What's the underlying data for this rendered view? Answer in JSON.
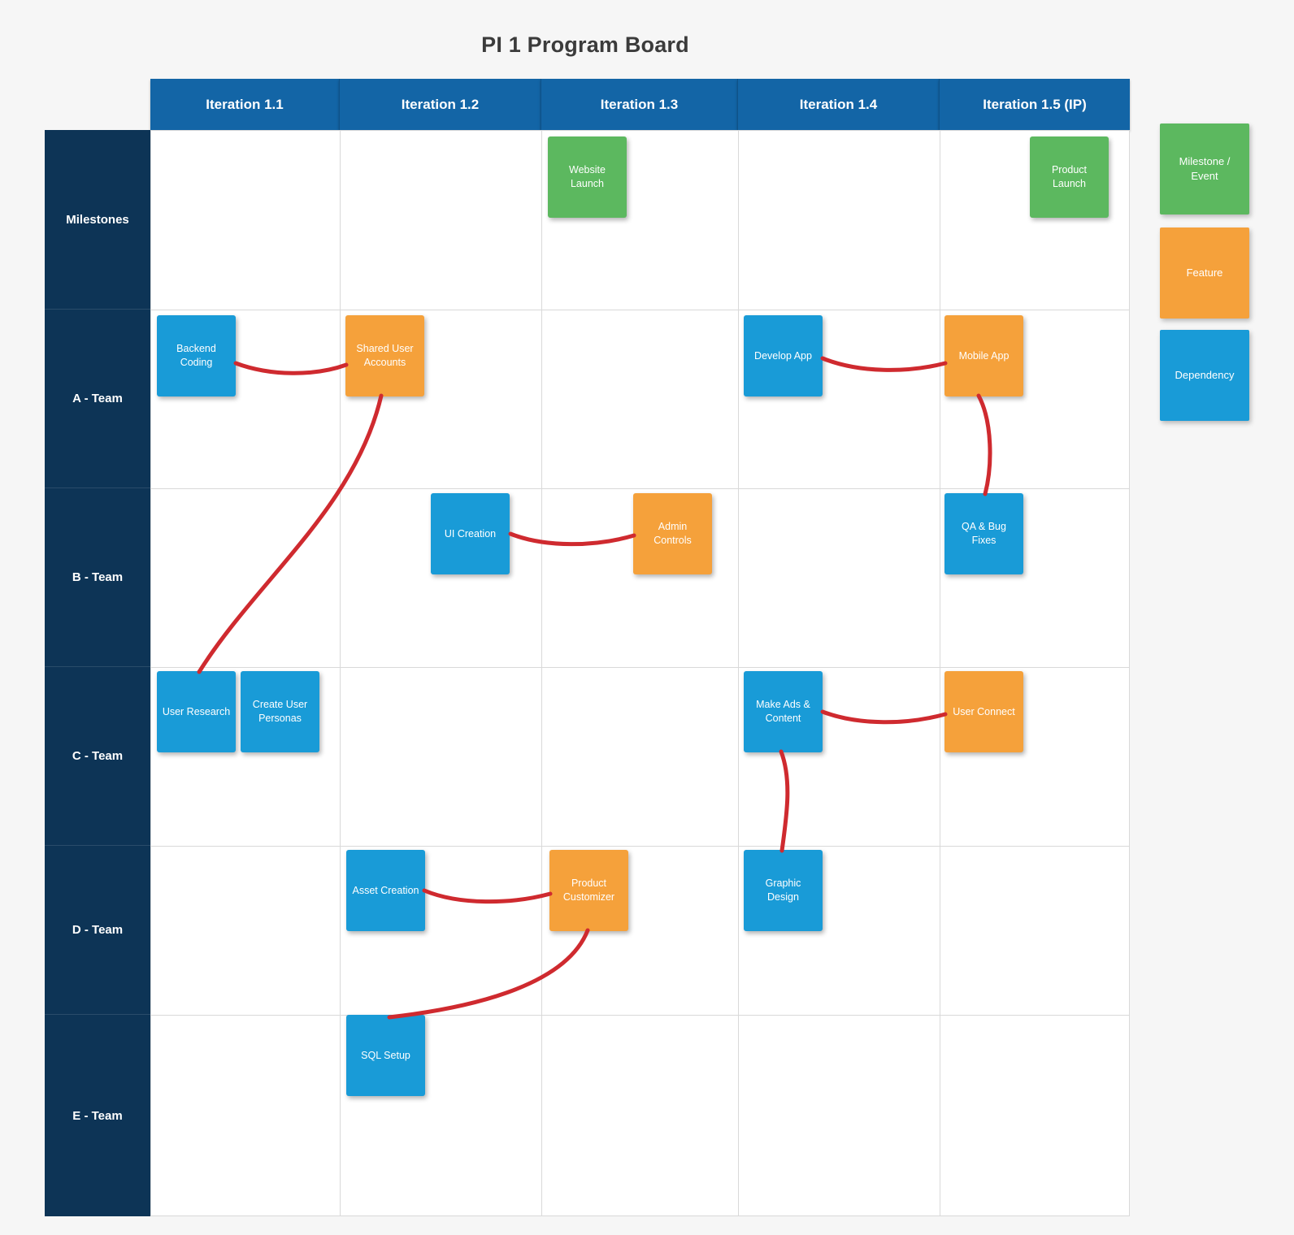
{
  "title": "PI 1 Program Board",
  "columns": [
    {
      "label": "Iteration 1.1"
    },
    {
      "label": "Iteration 1.2"
    },
    {
      "label": "Iteration 1.3"
    },
    {
      "label": "Iteration 1.4"
    },
    {
      "label": "Iteration 1.5 (IP)"
    }
  ],
  "rows": [
    {
      "label": "Milestones"
    },
    {
      "label": "A - Team"
    },
    {
      "label": "B - Team"
    },
    {
      "label": "C - Team"
    },
    {
      "label": "D - Team"
    },
    {
      "label": "E - Team"
    }
  ],
  "legend": [
    {
      "label": "Milestone / Event",
      "type": "milestone",
      "color": "#5cb85f"
    },
    {
      "label": "Feature",
      "type": "feature",
      "color": "#f5a13b"
    },
    {
      "label": "Dependency",
      "type": "dependency",
      "color": "#199bd7"
    }
  ],
  "cards": [
    {
      "label": "Website Launch",
      "type": "milestone",
      "row": "Milestones",
      "column": "Iteration 1.3"
    },
    {
      "label": "Product Launch",
      "type": "milestone",
      "row": "Milestones",
      "column": "Iteration 1.5 (IP)"
    },
    {
      "label": "Backend Coding",
      "type": "dependency",
      "row": "A - Team",
      "column": "Iteration 1.1"
    },
    {
      "label": "Shared User Accounts",
      "type": "feature",
      "row": "A - Team",
      "column": "Iteration 1.2"
    },
    {
      "label": "Develop App",
      "type": "dependency",
      "row": "A - Team",
      "column": "Iteration 1.4"
    },
    {
      "label": "Mobile App",
      "type": "feature",
      "row": "A - Team",
      "column": "Iteration 1.5 (IP)"
    },
    {
      "label": "UI Creation",
      "type": "dependency",
      "row": "B - Team",
      "column": "Iteration 1.2"
    },
    {
      "label": "Admin Controls",
      "type": "feature",
      "row": "B - Team",
      "column": "Iteration 1.3"
    },
    {
      "label": "QA & Bug Fixes",
      "type": "dependency",
      "row": "B - Team",
      "column": "Iteration 1.5 (IP)"
    },
    {
      "label": "User Research",
      "type": "dependency",
      "row": "C - Team",
      "column": "Iteration 1.1"
    },
    {
      "label": "Create User Personas",
      "type": "dependency",
      "row": "C - Team",
      "column": "Iteration 1.1"
    },
    {
      "label": "Make Ads & Content",
      "type": "dependency",
      "row": "C - Team",
      "column": "Iteration 1.4"
    },
    {
      "label": "User Connect",
      "type": "feature",
      "row": "C - Team",
      "column": "Iteration 1.5 (IP)"
    },
    {
      "label": "Asset Creation",
      "type": "dependency",
      "row": "D - Team",
      "column": "Iteration 1.2"
    },
    {
      "label": "Product Customizer",
      "type": "feature",
      "row": "D - Team",
      "column": "Iteration 1.3"
    },
    {
      "label": "Graphic Design",
      "type": "dependency",
      "row": "D - Team",
      "column": "Iteration 1.4"
    },
    {
      "label": "SQL Setup",
      "type": "dependency",
      "row": "E - Team",
      "column": "Iteration 1.2"
    }
  ],
  "connections": [
    {
      "from": "Backend Coding",
      "to": "Shared User Accounts"
    },
    {
      "from": "Shared User Accounts",
      "to": "User Research"
    },
    {
      "from": "Develop App",
      "to": "Mobile App"
    },
    {
      "from": "Mobile App",
      "to": "QA & Bug Fixes"
    },
    {
      "from": "UI Creation",
      "to": "Admin Controls"
    },
    {
      "from": "Make Ads & Content",
      "to": "User Connect"
    },
    {
      "from": "Make Ads & Content",
      "to": "Graphic Design"
    },
    {
      "from": "Asset Creation",
      "to": "Product Customizer"
    },
    {
      "from": "Product Customizer",
      "to": "SQL Setup"
    }
  ],
  "colors": {
    "column_header": "#1365a6",
    "row_header": "#0d3456",
    "milestone": "#5cb85f",
    "feature": "#f5a13b",
    "dependency_card": "#199bd7",
    "connection_line": "#cf2a2f",
    "grid_line": "#d9d9d9",
    "background": "#f6f6f6"
  }
}
